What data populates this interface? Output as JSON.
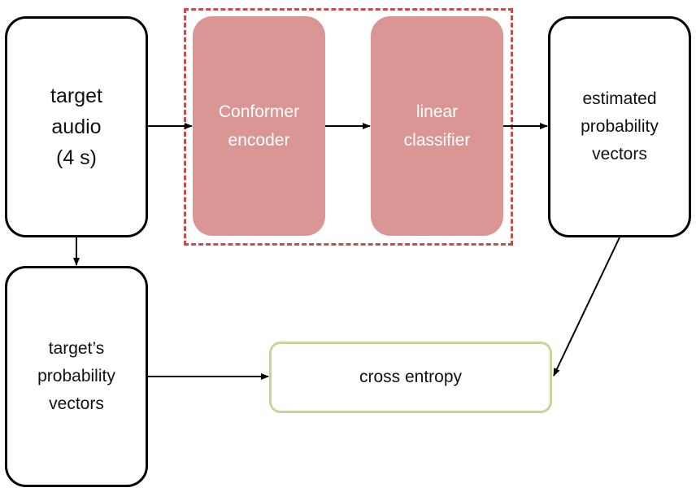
{
  "colors": {
    "stroke": "#000000",
    "model_fill": "#d99694",
    "model_outline": "#c0504d",
    "loss_outline": "#c3d69b"
  },
  "nodes": {
    "target_audio": [
      "target",
      "audio",
      "(4 s)"
    ],
    "conformer": [
      "Conformer",
      "encoder"
    ],
    "classifier": [
      "linear",
      "classifier"
    ],
    "estimated": [
      "estimated",
      "probability",
      "vectors"
    ],
    "target_prob": [
      "target’s",
      "probability",
      "vectors"
    ],
    "loss": [
      "cross entropy"
    ]
  }
}
